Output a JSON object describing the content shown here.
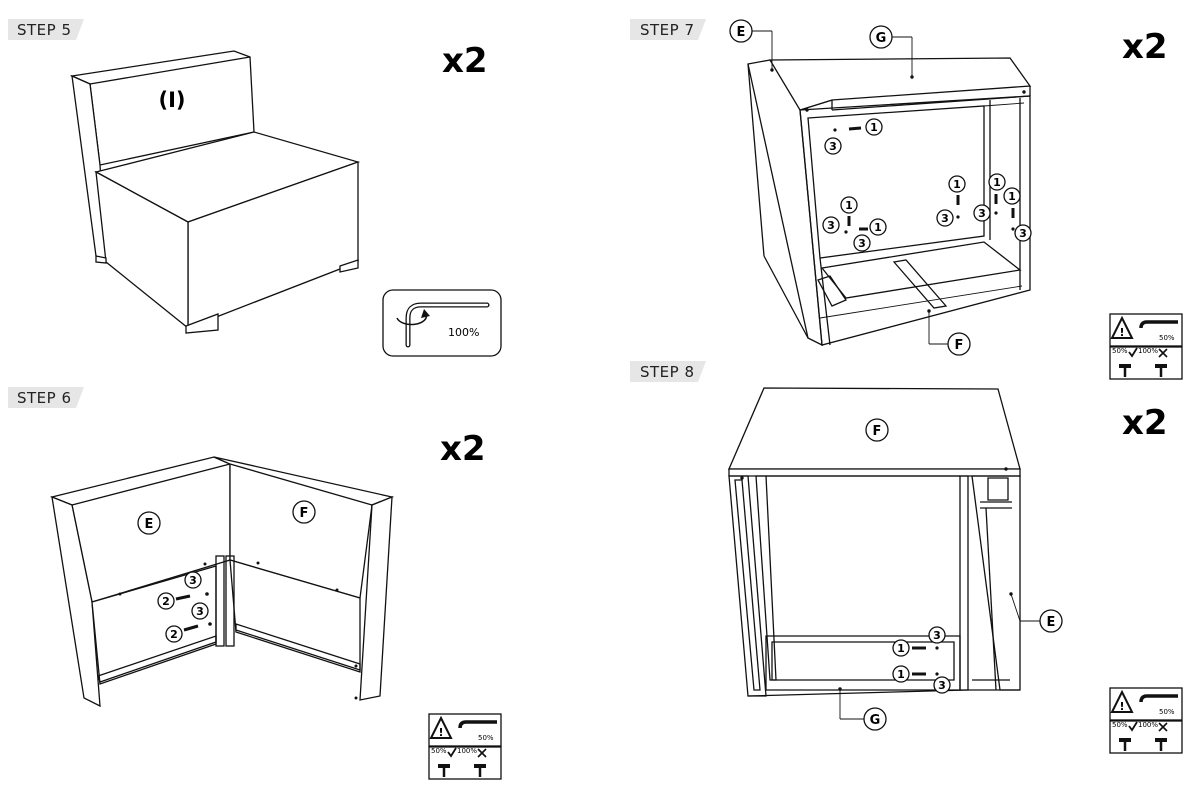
{
  "steps": {
    "step5": {
      "label": "STEP 5",
      "multiplier": "x2",
      "part_label": "(I)",
      "tool_percent": "100%"
    },
    "step6": {
      "label": "STEP 6",
      "multiplier": "x2",
      "part_e": "E",
      "part_f": "F",
      "callouts": [
        "3",
        "2",
        "3",
        "2"
      ],
      "warn": {
        "pct_top": "50%",
        "pct_a": "50%",
        "pct_b": "100%"
      }
    },
    "step7": {
      "label": "STEP 7",
      "multiplier": "x2",
      "part_e": "E",
      "part_g": "G",
      "part_f": "F",
      "callouts": [
        "1",
        "3",
        "1",
        "3",
        "1",
        "3",
        "1",
        "3",
        "1",
        "1",
        "3",
        "3"
      ],
      "warn": {
        "pct_top": "50%",
        "pct_a": "50%",
        "pct_b": "100%"
      }
    },
    "step8": {
      "label": "STEP 8",
      "multiplier": "x2",
      "part_f": "F",
      "part_e": "E",
      "part_g": "G",
      "callouts": [
        "1",
        "3",
        "1",
        "3"
      ],
      "warn": {
        "pct_top": "50%",
        "pct_a": "50%",
        "pct_b": "100%"
      }
    }
  }
}
